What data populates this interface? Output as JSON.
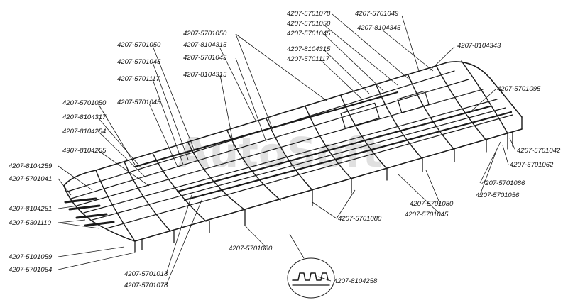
{
  "watermark": "AutoSoft",
  "labels": {
    "l01": "4207-5701078",
    "l02": "4207-5701049",
    "l03": "4207-5701050",
    "l04": "4207-8104345",
    "l05": "4207-5701045",
    "l06": "4207-8104315",
    "l07": "4207-8104343",
    "l08": "4207-5701117",
    "l09": "4207-5701050",
    "l10": "4207-8104315",
    "l11": "4207-5701045",
    "l12": "4207-8104315",
    "l13": "4207-5701050",
    "l14": "4207-5701045",
    "l15": "4207-5701117",
    "l16": "4207-5701095",
    "l17": "4207-5701050",
    "l18": "4207-5701045",
    "l19": "4207-8104317",
    "l20": "4207-8104254",
    "l21": "4907-8104255",
    "l22": "4207-8104259",
    "l23": "4207-5701041",
    "l24": "4207-8104261",
    "l25": "4207-5301110",
    "l26": "4207-5101059",
    "l27": "4207-5701064",
    "l28": "4207-5701018",
    "l29": "4207-5701078",
    "l30": "4207-5701080",
    "l31": "4207-5701080",
    "l32": "4207-5701080",
    "l33": "4207-5701045",
    "l34": "4207-5701086",
    "l35": "4207-5701056",
    "l36": "4207-5701042",
    "l37": "4207-5701062",
    "l38": "4207-8104258"
  }
}
